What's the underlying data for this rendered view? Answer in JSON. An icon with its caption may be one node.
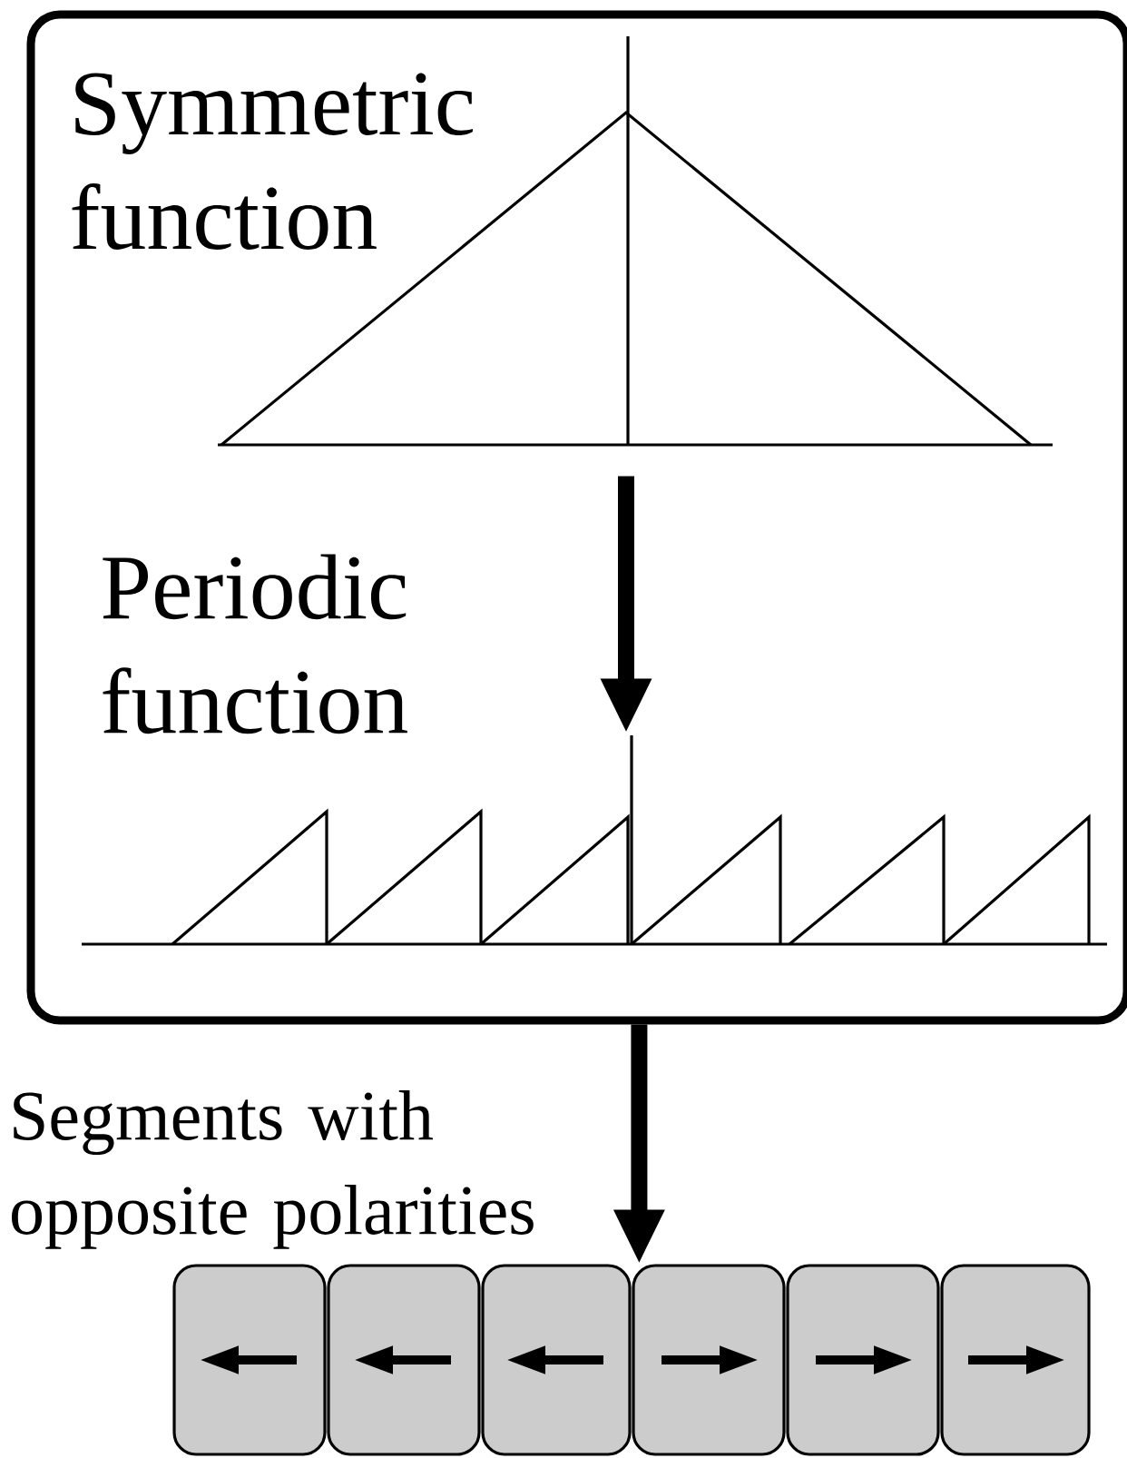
{
  "diagram": {
    "nodes": [
      {
        "text": [],
        "shape": "box"
      },
      {
        "text": [
          "Symmetric function"
        ],
        "in": 0
      },
      {
        "text": [
          "Periodic function"
        ],
        "in": 0
      },
      {
        "text": [],
        "shape": "box"
      },
      {
        "text": [],
        "shape": "box"
      },
      {
        "text": [],
        "shape": "box"
      },
      {
        "text": [],
        "shape": "box"
      },
      {
        "text": [],
        "shape": "box"
      },
      {
        "text": [],
        "shape": "box"
      }
    ],
    "edges": [
      {
        "from": 1,
        "to": 2,
        "arrow": "to"
      },
      {
        "from": 0,
        "to": 6,
        "arrow": "to",
        "label": "Segments with opposite polarities"
      }
    ]
  }
}
